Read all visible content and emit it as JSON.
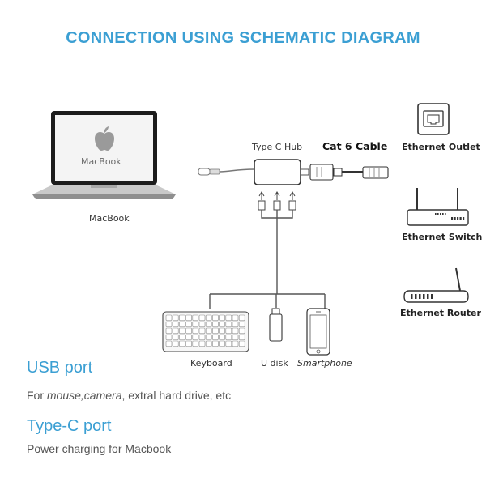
{
  "title": "CONNECTION USING SCHEMATIC DIAGRAM",
  "macbook": {
    "screen_text": "MacBook",
    "label": "MacBook"
  },
  "hub": {
    "label": "Type C Hub"
  },
  "cable": {
    "label": "Cat 6 Cable"
  },
  "network": {
    "outlet": "Ethernet Outlet",
    "switch": "Ethernet Switch",
    "router": "Ethernet Router"
  },
  "devices": {
    "keyboard": "Keyboard",
    "udisk": "U disk",
    "smartphone": "Smartphone"
  },
  "usb_port": {
    "title": "USB port",
    "desc_prefix": "For ",
    "desc_italic": "mouse,camera",
    "desc_suffix": ", extral hard drive, etc"
  },
  "typec_port": {
    "title": "Type-C port",
    "desc": "Power charging for Macbook"
  },
  "colors": {
    "accent": "#3b9fd3",
    "line": "#555555",
    "device": "#2a2a2a"
  }
}
